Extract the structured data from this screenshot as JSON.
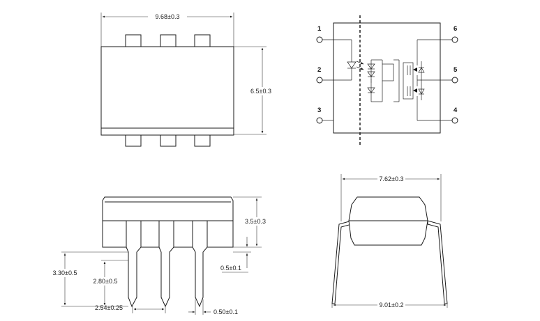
{
  "top_view": {
    "width_dim": "9.68±0.3",
    "height_dim": "6.5±0.3"
  },
  "schematic": {
    "pins": [
      "1",
      "2",
      "3",
      "4",
      "5",
      "6"
    ]
  },
  "side_view": {
    "body_height_dim": "3.5±0.3",
    "standoff_dim": "0.5±0.1",
    "overall_height_dim": "3.30±0.5",
    "lead_length_dim": "2.80±0.5",
    "pitch_dim": "2.54±0.25",
    "lead_width_dim": "0.50±0.1"
  },
  "end_view": {
    "row_spacing_dim": "7.62±0.3",
    "lead_span_dim": "9.01±0.2"
  }
}
